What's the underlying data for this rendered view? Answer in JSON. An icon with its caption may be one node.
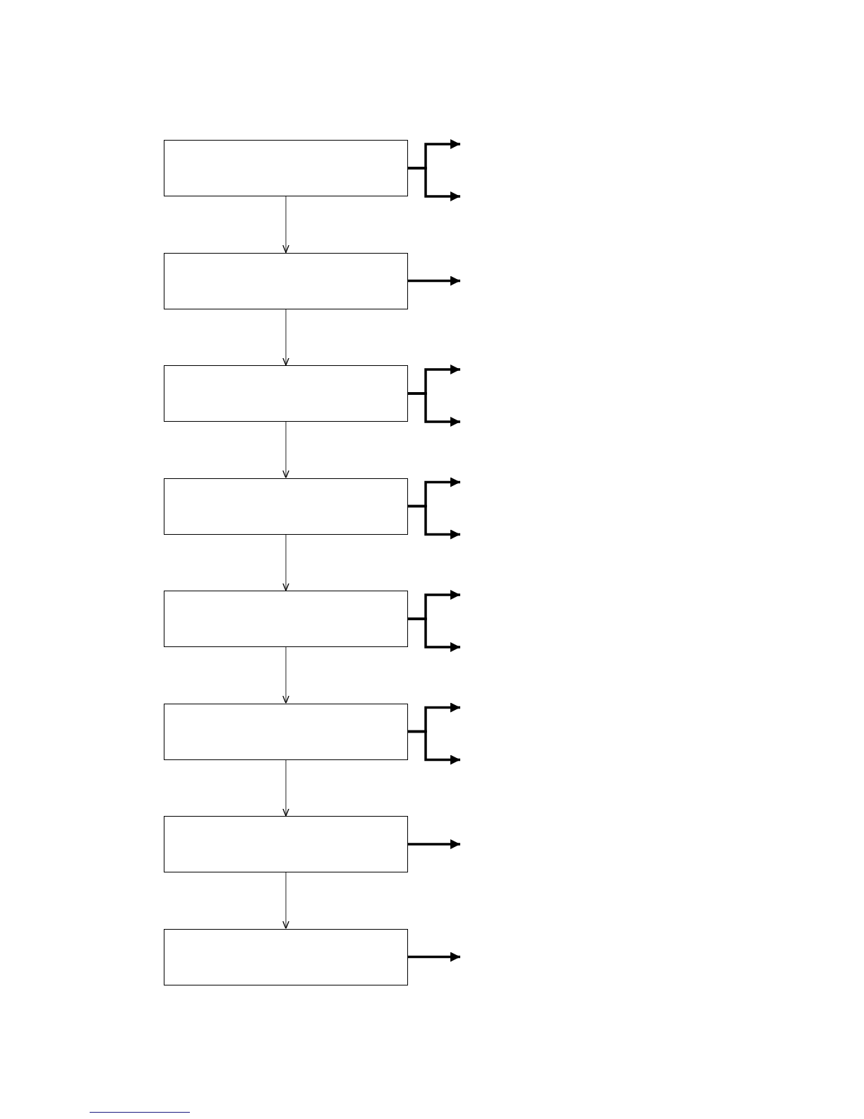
{
  "diagram": {
    "nodes": [
      {
        "text": [],
        "shape": "box"
      },
      {
        "text": [],
        "shape": "box"
      },
      {
        "text": [],
        "shape": "box"
      },
      {
        "text": [],
        "shape": "box"
      },
      {
        "text": [],
        "shape": "box"
      },
      {
        "text": [],
        "shape": "box"
      },
      {
        "text": [],
        "shape": "box"
      },
      {
        "text": [],
        "shape": "box"
      }
    ],
    "edges": [
      {
        "from": 0,
        "to": 1,
        "arrow": "to",
        "color": "#555555"
      },
      {
        "from": 1,
        "to": 2,
        "arrow": "to",
        "color": "#555555"
      },
      {
        "from": 2,
        "to": 3,
        "arrow": "to",
        "color": "#555555"
      },
      {
        "from": 3,
        "to": 4,
        "arrow": "to",
        "color": "#555555"
      },
      {
        "from": 4,
        "to": 5,
        "arrow": "to",
        "color": "#555555"
      },
      {
        "from": 5,
        "to": 6,
        "arrow": "to",
        "color": "#555555"
      },
      {
        "from": 6,
        "to": 7,
        "arrow": "to",
        "color": "#555555"
      },
      {
        "from": 0,
        "to": null,
        "arrow": "to"
      },
      {
        "from": 0,
        "to": null,
        "arrow": "to"
      },
      {
        "from": 1,
        "to": null,
        "arrow": "to"
      },
      {
        "from": 2,
        "to": null,
        "arrow": "to"
      },
      {
        "from": 2,
        "to": null,
        "arrow": "to"
      },
      {
        "from": 3,
        "to": null,
        "arrow": "to"
      },
      {
        "from": 3,
        "to": null,
        "arrow": "to"
      },
      {
        "from": 4,
        "to": null,
        "arrow": "to"
      },
      {
        "from": 4,
        "to": null,
        "arrow": "to"
      },
      {
        "from": 5,
        "to": null,
        "arrow": "to"
      },
      {
        "from": 5,
        "to": null,
        "arrow": "to"
      },
      {
        "from": 6,
        "to": null,
        "arrow": "to"
      },
      {
        "from": 7,
        "to": null,
        "arrow": "to"
      }
    ]
  }
}
